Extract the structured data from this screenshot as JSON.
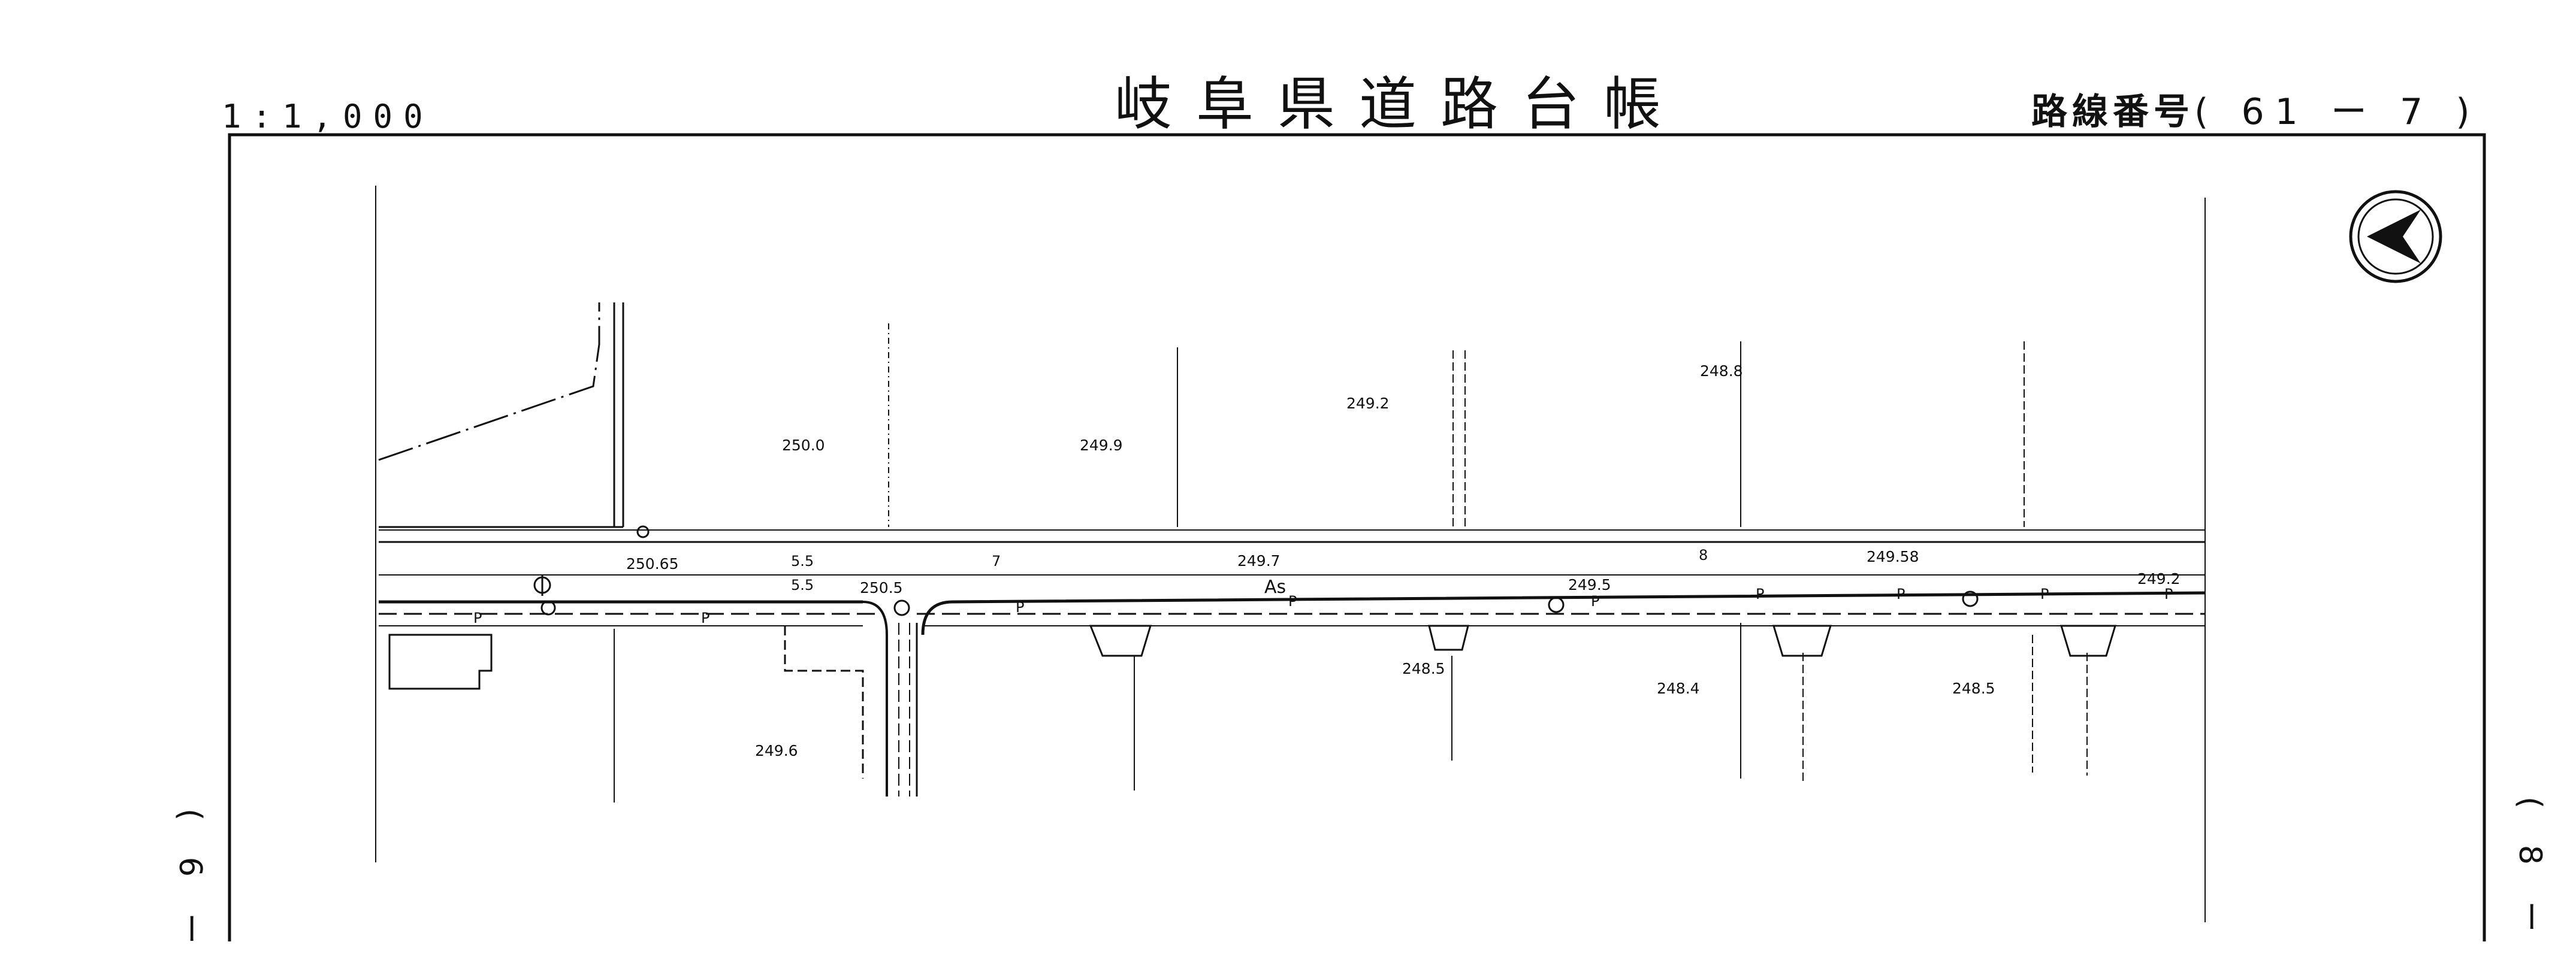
{
  "header": {
    "title": "岐阜県道路台帳",
    "scale": "1:1,000",
    "route_label": "路線番号",
    "route_value": "( 61 ー 7 )"
  },
  "adjacent_sheets": {
    "left": "( 6 ー",
    "right": "( 8 ー"
  },
  "elevations": {
    "e1": "250.0",
    "e2": "249.9",
    "e3": "249.2",
    "e4": "248.8",
    "e5": "250.65",
    "e6": "250.5",
    "e7": "249.7",
    "e8": "249.58",
    "e9": "249.5",
    "e10": "249.2",
    "e11": "248.5",
    "e12": "248.4",
    "e13": "248.5",
    "e14": "249.6"
  },
  "road_marks": {
    "pavement": "As",
    "width_a": "5.5",
    "width_b": "5.5",
    "number_7": "7",
    "number_8": "8",
    "p_label": "P"
  },
  "north_arrow_icon": "north-arrow-icon",
  "colors": {
    "ink": "#111111",
    "background": "#ffffff"
  }
}
